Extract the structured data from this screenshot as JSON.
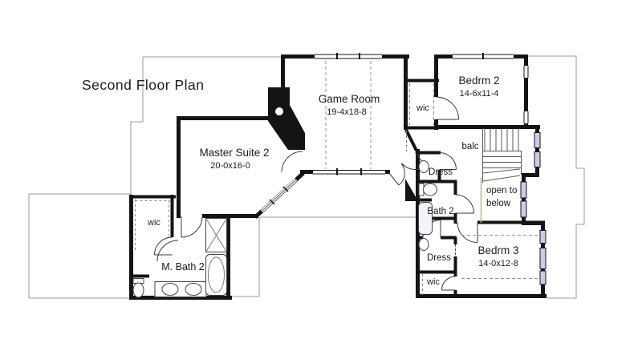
{
  "title": "Second Floor Plan",
  "colors": {
    "wall": "#141414",
    "lower_floor_outline": "#9b9b9b",
    "window_glass": "#cfc9e8",
    "dashed_ceiling_line": "#8f8f8f",
    "stair_tread": "#5a5a5a",
    "open_rail_green": "#a9bc8f"
  },
  "rooms": {
    "game_room": {
      "label": "Game Room",
      "dims": "19-4x18-8"
    },
    "master_suite": {
      "label": "Master Suite 2",
      "dims": "20-0x16-0"
    },
    "bedrm2": {
      "label": "Bedrm 2",
      "dims": "14-6x11-4"
    },
    "bedrm3": {
      "label": "Bedrm 3",
      "dims": "14-0x12-8"
    },
    "bath2": {
      "label": "Bath 2"
    },
    "m_bath2": {
      "label": "M. Bath 2"
    },
    "wic_top": {
      "label": "wic"
    },
    "wic_left": {
      "label": "wic"
    },
    "wic_bottom": {
      "label": "wic"
    },
    "dress_upper": {
      "label": "Dress"
    },
    "dress_lower": {
      "label": "Dress"
    },
    "balcony": {
      "label": "balc"
    },
    "open_to_below": {
      "line1": "open to",
      "line2": "below"
    }
  }
}
